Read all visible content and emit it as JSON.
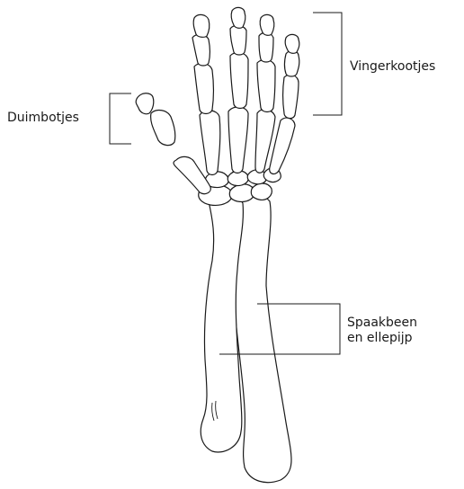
{
  "labels": {
    "phalanges": "Vingerkootjes",
    "thumb_bones": "Duimbotjes",
    "forearm_line1": "Spaakbeen",
    "forearm_line2": "en ellepijp"
  },
  "colors": {
    "line": "#1a1a1a",
    "background": "#ffffff"
  }
}
